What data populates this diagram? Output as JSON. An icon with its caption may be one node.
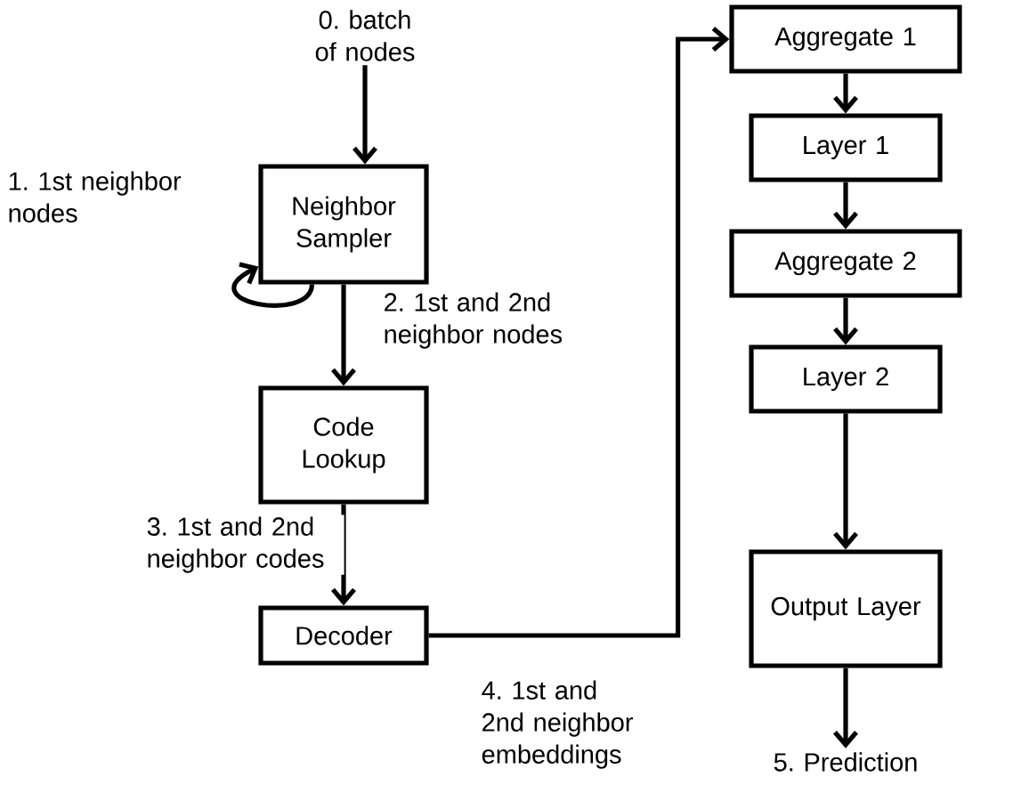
{
  "diagram": {
    "nodes": [
      {
        "text": [
          "0. batch of nodes"
        ]
      },
      {
        "text": [
          "Neighbor Sampler"
        ]
      },
      {
        "text": [
          "Code Lookup"
        ]
      },
      {
        "text": [
          "Decoder"
        ]
      },
      {
        "text": [
          "Aggregate 1"
        ]
      },
      {
        "text": [
          "Layer 1"
        ]
      },
      {
        "text": [
          "Aggregate 2"
        ]
      },
      {
        "text": [
          "Layer 2"
        ]
      },
      {
        "text": [
          "Output Layer"
        ]
      },
      {
        "text": [
          "5. Prediction"
        ]
      }
    ],
    "edges": [
      {
        "from": 0,
        "to": 1,
        "arrow": "to"
      },
      {
        "from": 1,
        "to": 1,
        "arrow": "to",
        "label": "1. 1st neighbor nodes"
      },
      {
        "from": 1,
        "to": 2,
        "arrow": "to",
        "label": "2. 1st and 2nd neighbor nodes"
      },
      {
        "from": 2,
        "to": 3,
        "arrow": "to",
        "label": "3. 1st and 2nd neighbor codes"
      },
      {
        "from": 3,
        "to": 4,
        "arrow": "to",
        "label": "4. 1st and 2nd neighbor embeddings"
      },
      {
        "from": 4,
        "to": 5,
        "arrow": "to"
      },
      {
        "from": 5,
        "to": 6,
        "arrow": "to"
      },
      {
        "from": 6,
        "to": 7,
        "arrow": "to"
      },
      {
        "from": 7,
        "to": 8,
        "arrow": "to"
      },
      {
        "from": 8,
        "to": 9,
        "arrow": "to"
      }
    ]
  }
}
